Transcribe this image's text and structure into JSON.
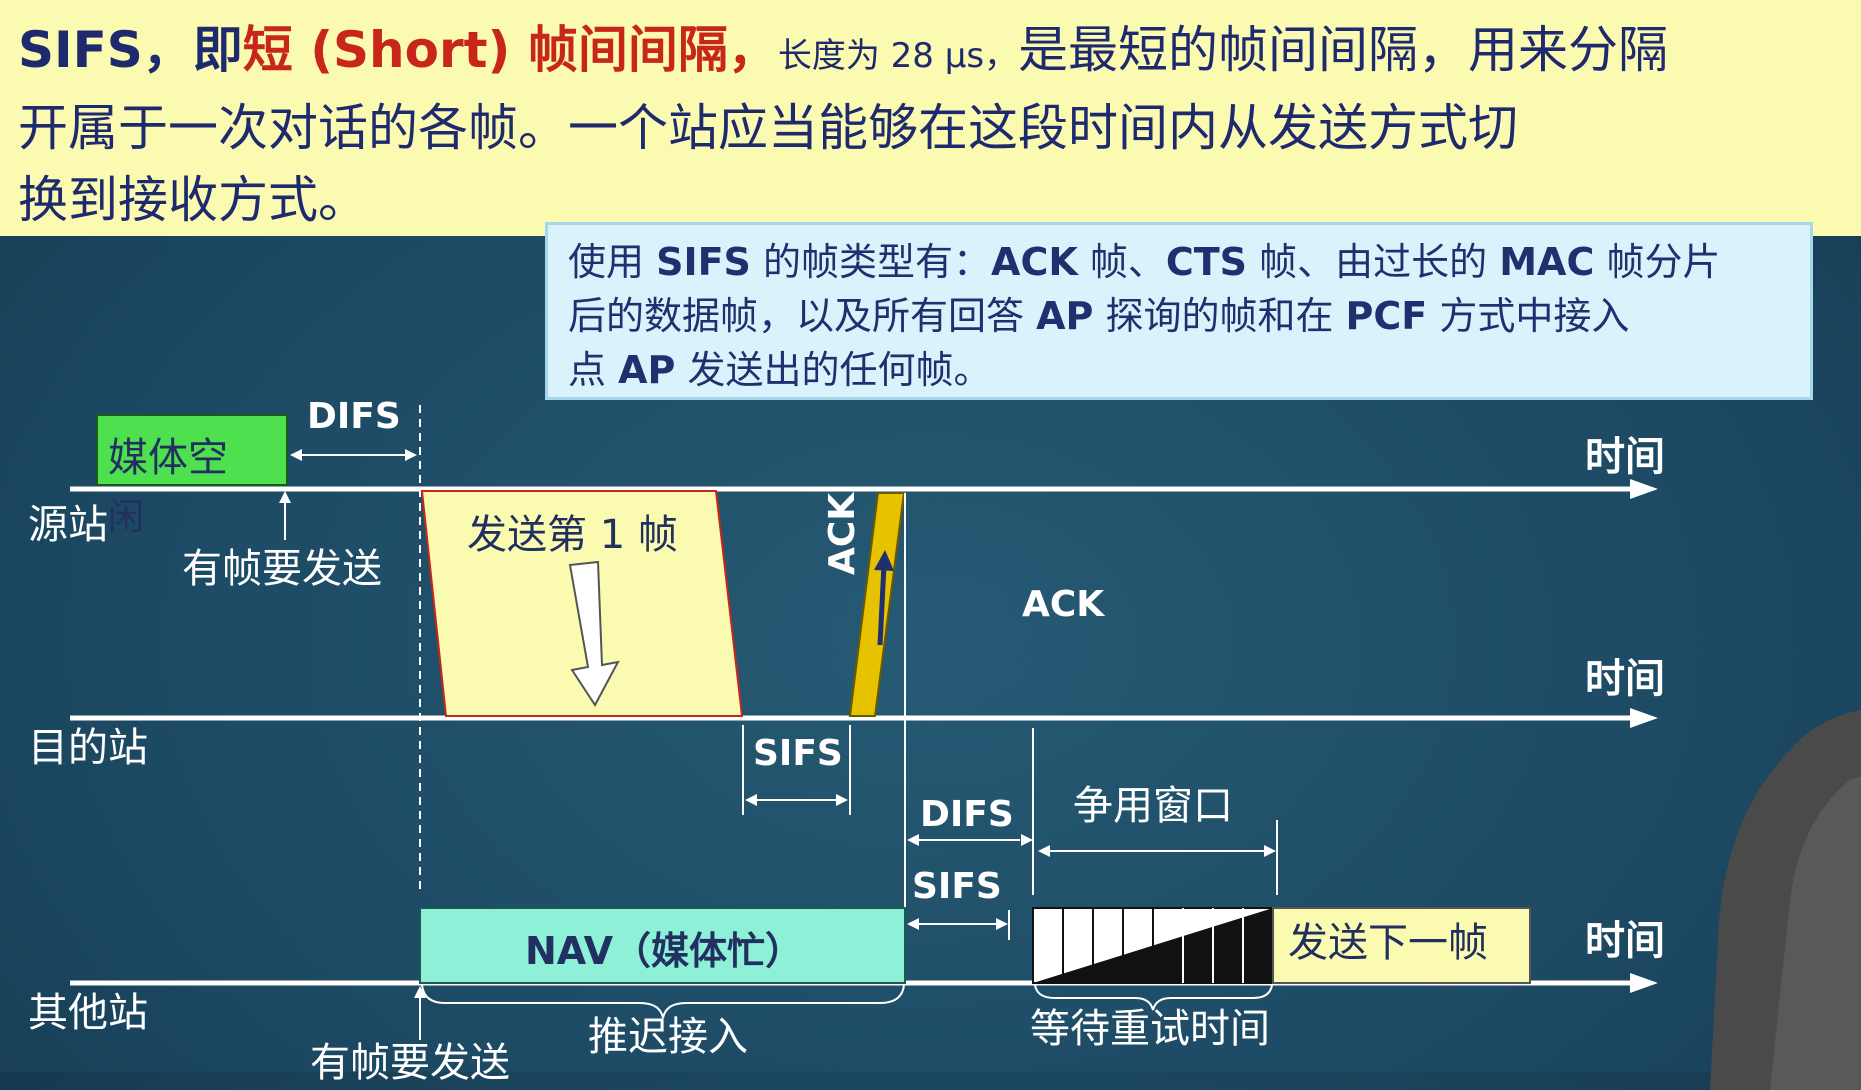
{
  "header": {
    "line1_prefix": "SIFS，即",
    "line1_red": "短 (Short) 帧间间隔，",
    "line1_small": "长度为 28 μs，",
    "line1_rest": "是最短的帧间间隔，用来分隔",
    "line2": "开属于一次对话的各帧。一个站应当能够在这段时间内从发送方式切",
    "line3": "换到接收方式。"
  },
  "info_box": {
    "line1_a": "使用 ",
    "line1_b": "SIFS",
    "line1_c": " 的帧类型有：",
    "line1_d": "ACK",
    "line1_e": " 帧、",
    "line1_f": "CTS",
    "line1_g": " 帧、由过长的 ",
    "line1_h": "MAC",
    "line1_i": " 帧分片",
    "line2_a": "后的数据帧，以及所有回答 ",
    "line2_b": "AP",
    "line2_c": " 探询的帧和在 ",
    "line2_d": "PCF",
    "line2_e": " 方式中接入",
    "line3_a": "点 ",
    "line3_b": "AP",
    "line3_c": " 发送出的任何帧。"
  },
  "diagram": {
    "medium_idle": "媒体空",
    "medium_idle_tail": "闲",
    "difs_top": "DIFS",
    "time_1": "时间",
    "time_2": "时间",
    "time_3": "时间",
    "source_station": "源站",
    "has_frame_to_send_1": "有帧要发送",
    "send_first_frame": "发送第 1 帧",
    "ack_vertical": "ACK",
    "ack_label": "ACK",
    "destination_station": "目的站",
    "sifs_1": "SIFS",
    "difs_2": "DIFS",
    "contention_window": "争用窗口",
    "sifs_2": "SIFS",
    "nav_busy": "NAV（媒体忙）",
    "send_next_frame": "发送下一帧",
    "other_stations": "其他站",
    "defer_access": "推迟接入",
    "wait_retry_time": "等待重试时间",
    "has_frame_to_send_2": "有帧要发送"
  },
  "colors": {
    "background": "#1d4a62",
    "header_bg": "#fafab0",
    "info_bg": "#d9f2fb",
    "frame_fill": "#fafab0",
    "ack_fill": "#e6c200",
    "nav_fill": "#8ff0d8",
    "idle_fill": "#4ee04e"
  }
}
